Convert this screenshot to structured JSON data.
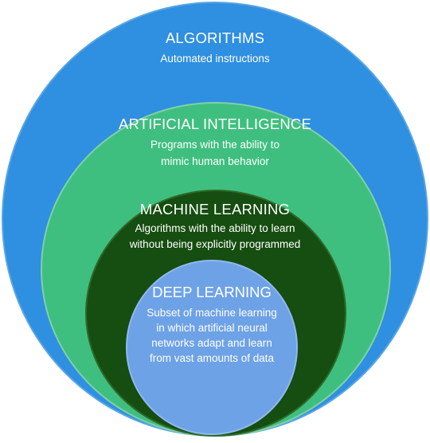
{
  "diagram": {
    "algorithms": {
      "title": "ALGORITHMS",
      "description": "Automated instructions",
      "color": "#2f8fe0"
    },
    "ai": {
      "title": "ARTIFICIAL INTELLIGENCE",
      "description_lines": [
        "Programs with the ability to",
        "mimic human behavior"
      ],
      "color": "#3fbf7f"
    },
    "ml": {
      "title": "MACHINE LEARNING",
      "description_lines": [
        "Algorithms with the ability to learn",
        "without being explicitly programmed"
      ],
      "color": "#164d10"
    },
    "dl": {
      "title": "DEEP LEARNING",
      "description_lines": [
        "Subset of machine learning",
        "in which artificial neural",
        "networks adapt and learn",
        "from vast amounts of data"
      ],
      "color": "#6ea2e6"
    }
  }
}
